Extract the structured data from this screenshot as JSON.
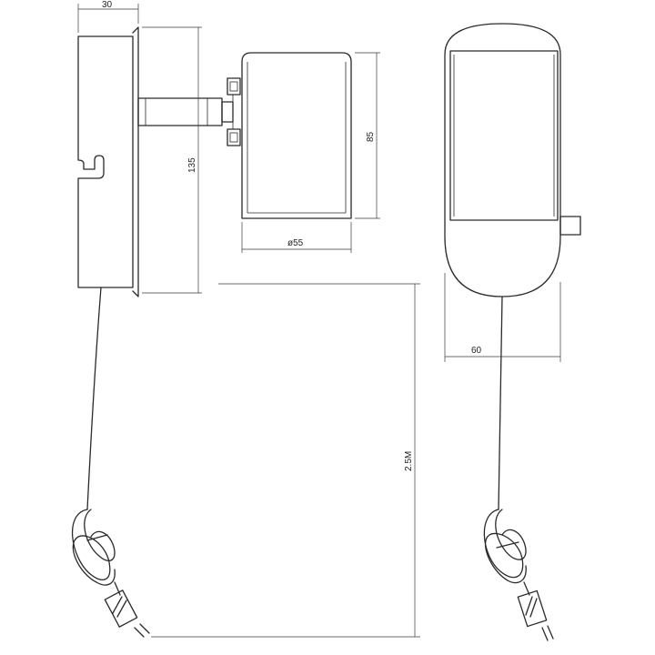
{
  "dimensions": {
    "top_width": "30",
    "height": "135",
    "shade_height": "85",
    "shade_diameter": "ø55",
    "front_width": "60",
    "cable_length": "2.5M"
  },
  "colors": {
    "line": "#2a2a2a",
    "background": "#ffffff"
  },
  "icons": [
    "plug-icon",
    "cable-coil-icon"
  ]
}
